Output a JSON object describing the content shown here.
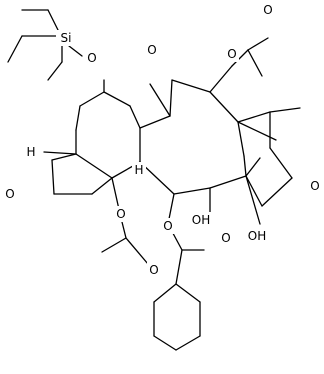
{
  "molecule": {
    "atom_labels": {
      "si": "Si",
      "o_silyl": "O",
      "o_ketone_top": "O",
      "o_acetate_top_ester": "O",
      "o_acetate_top_carbonyl": "O",
      "o_oxetane": "O",
      "h_left": "H",
      "h_center": "H",
      "o_acetate_bottom_ester": "O",
      "o_acetate_bottom_carbonyl": "O",
      "o_benzoate_ester": "O",
      "o_benzoate_carbonyl": "O",
      "oh_left": "OH",
      "oh_right": "OH",
      "o_ketone_right": "O"
    },
    "bond_color": "#000000"
  }
}
